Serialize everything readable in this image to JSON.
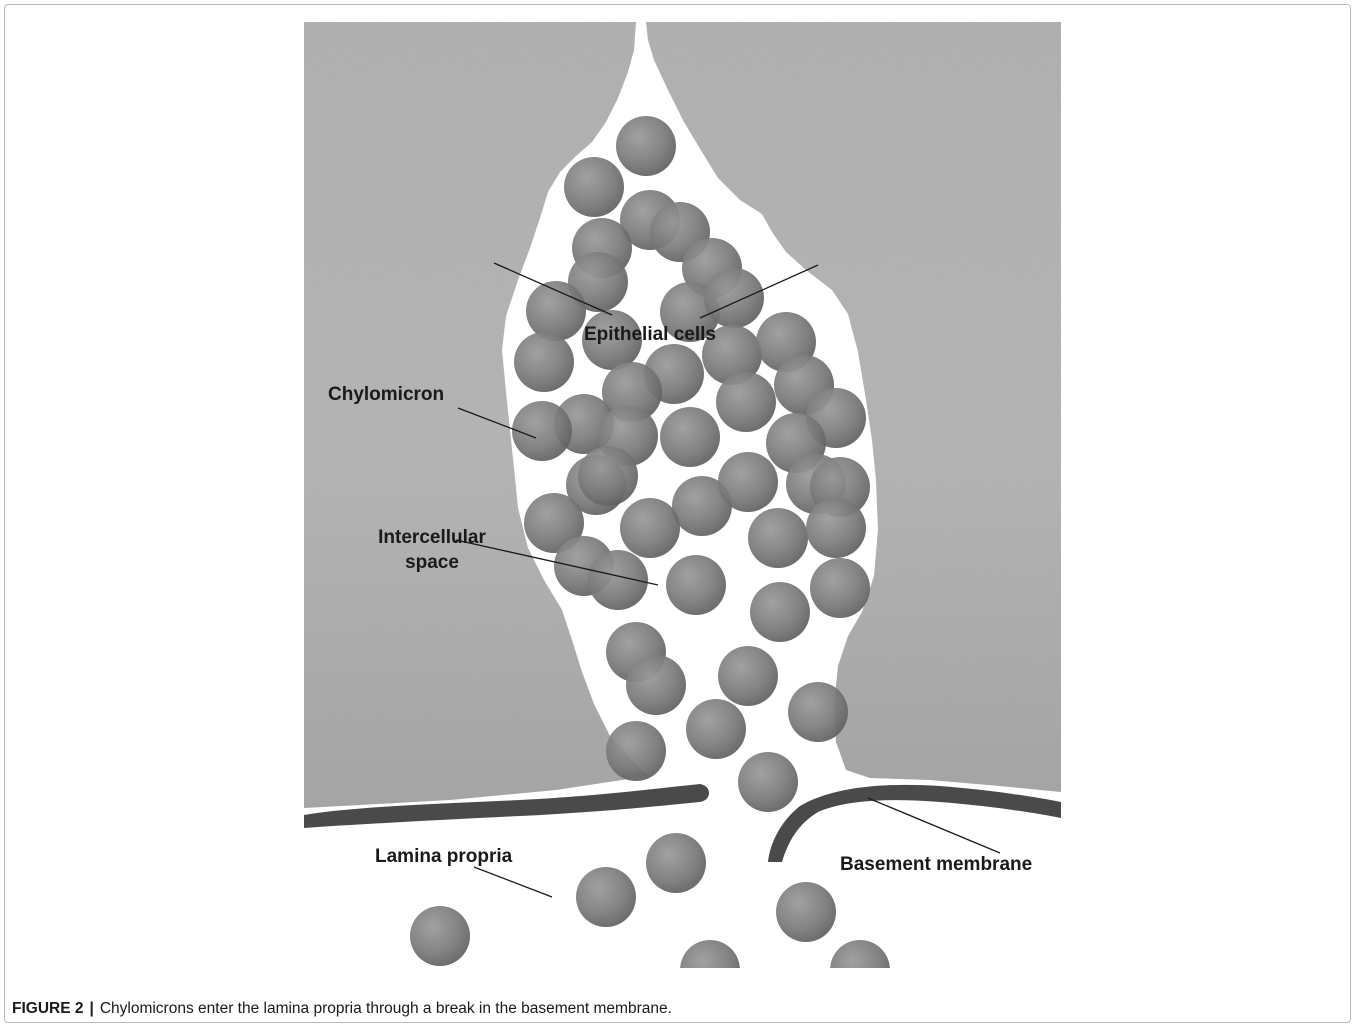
{
  "figure": {
    "labels": {
      "epithelial_cells": "Epithelial cells",
      "chylomicron": "Chylomicron",
      "intercellular_space_line1": "Intercellular",
      "intercellular_space_line2": "space",
      "lamina_propria": "Lamina propria",
      "basement_membrane": "Basement membrane"
    },
    "caption": {
      "figure_number": "FIGURE 2",
      "separator": "|",
      "text": "Chylomicrons enter the lamina propria through a break in the basement membrane."
    }
  },
  "colors": {
    "epithelium": "#b2b2b2",
    "chylomicron": "#7a7a7a",
    "basement_membrane": "#4a4a4a",
    "label_text": "#1a1a1a"
  }
}
